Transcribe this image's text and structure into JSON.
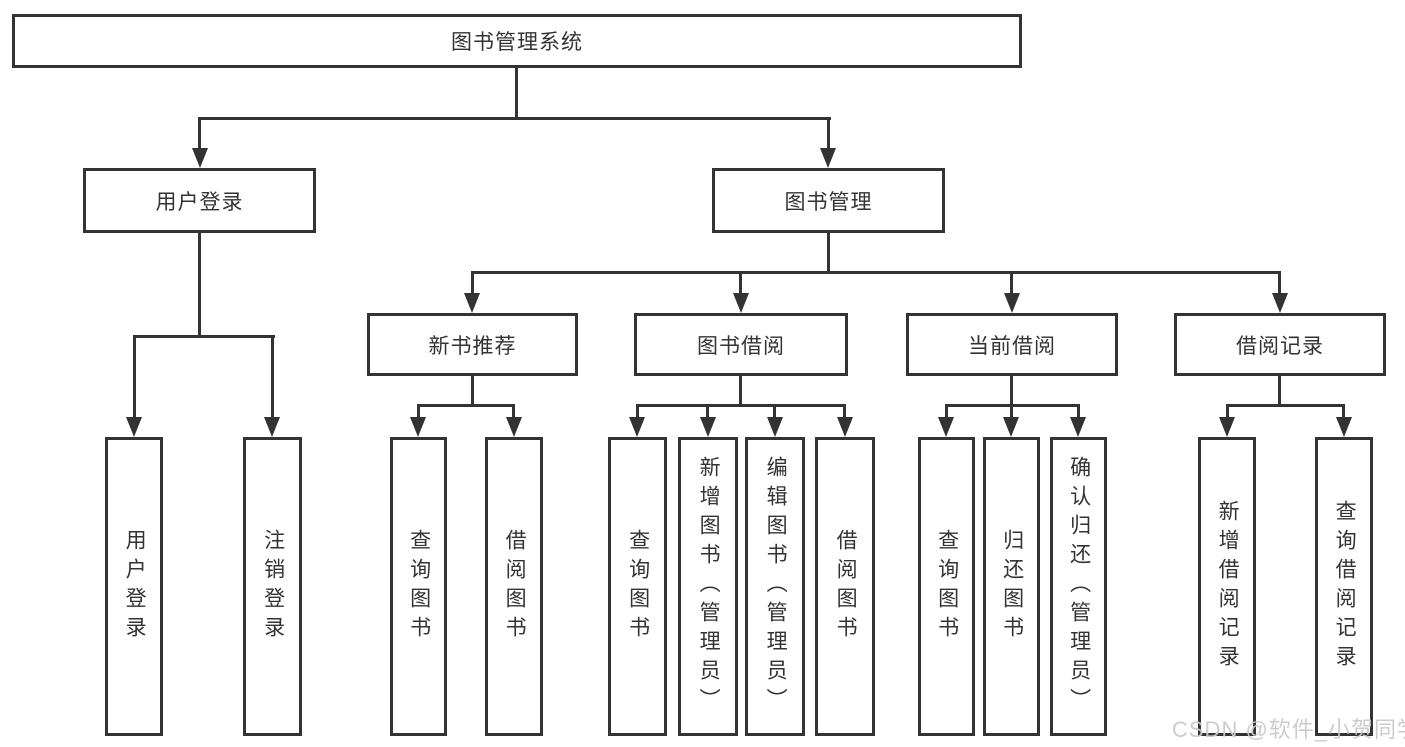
{
  "diagram_title": "图书管理系统",
  "tree": {
    "label": "图书管理系统",
    "children": [
      {
        "label": "用户登录",
        "children": [
          {
            "label": "用户登录"
          },
          {
            "label": "注销登录"
          }
        ]
      },
      {
        "label": "图书管理",
        "children": [
          {
            "label": "新书推荐",
            "children": [
              {
                "label": "查询图书"
              },
              {
                "label": "借阅图书"
              }
            ]
          },
          {
            "label": "图书借阅",
            "children": [
              {
                "label": "查询图书"
              },
              {
                "label": "新增图书（管理员）"
              },
              {
                "label": "编辑图书（管理员）"
              },
              {
                "label": "借阅图书"
              }
            ]
          },
          {
            "label": "当前借阅",
            "children": [
              {
                "label": "查询图书"
              },
              {
                "label": "归还图书"
              },
              {
                "label": "确认归还（管理员）"
              }
            ]
          },
          {
            "label": "借阅记录",
            "children": [
              {
                "label": "新增借阅记录"
              },
              {
                "label": "查询借阅记录"
              }
            ]
          }
        ]
      }
    ]
  },
  "watermark": "CSDN @软件_小贺同学",
  "colors": {
    "line": "#333333",
    "text": "#333333",
    "background": "#ffffff",
    "watermark": "#c9c9c9"
  }
}
